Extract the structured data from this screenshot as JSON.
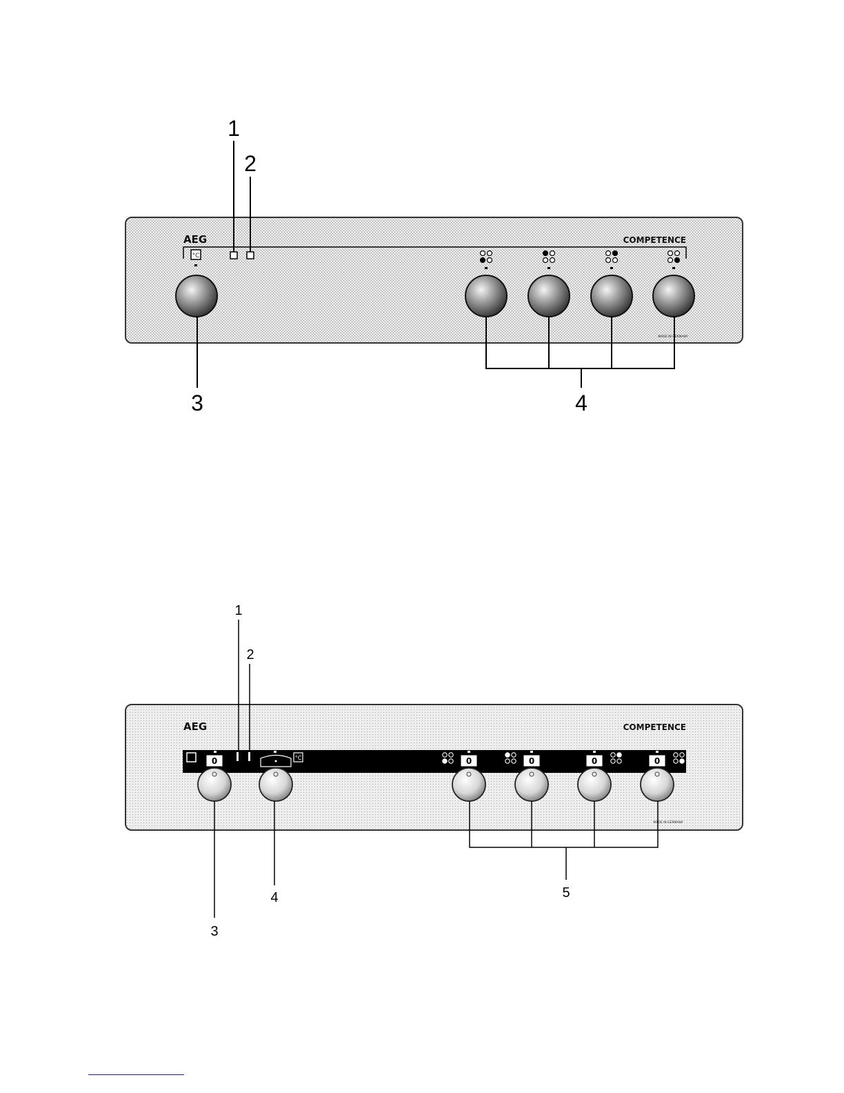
{
  "colors": {
    "panel_fill": "#d9d9d9",
    "strip": "#000000",
    "line": "#000000",
    "footer_rule": "#1a1ad0"
  },
  "panel_top": {
    "brand": "AEG",
    "model": "COMPETENCE",
    "made_in": "MADE IN GERMANY",
    "oven_symbol": "°C",
    "callouts": [
      "1",
      "2",
      "3",
      "4"
    ]
  },
  "panel_bottom": {
    "brand": "AEG",
    "model": "COMPETENCE",
    "made_in": "MADE IN GERMANY",
    "oven_symbol": "°C",
    "knob_zero": "0",
    "callouts": [
      "1",
      "2",
      "3",
      "4",
      "5"
    ]
  }
}
